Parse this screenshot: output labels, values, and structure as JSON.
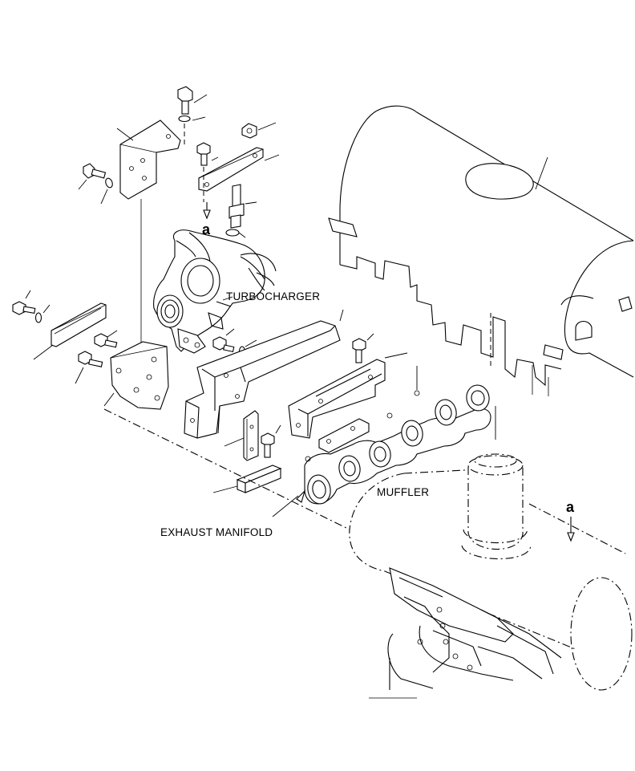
{
  "labels": {
    "turbocharger": "TURBOCHARGER",
    "muffler": "MUFFLER",
    "exhaust_manifold": "EXHAUST MANIFOLD"
  },
  "references": {
    "ref_a_top": "a",
    "ref_a_right": "a"
  }
}
